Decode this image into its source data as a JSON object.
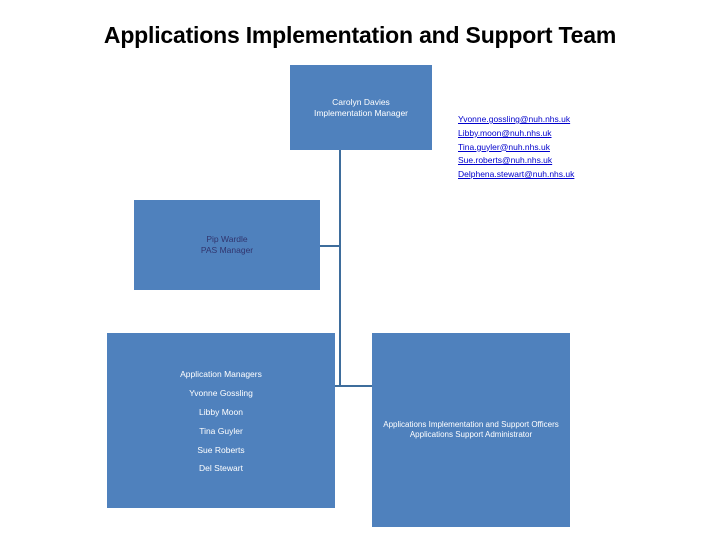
{
  "page": {
    "title": "Applications Implementation and Support Team"
  },
  "colors": {
    "box_fill": "#4F81BD",
    "connector": "#3E6D9C",
    "box_text_light": "#FFFFFF",
    "box_text_dark": "#31356E",
    "link": "#0000CC",
    "background": "#FFFFFF"
  },
  "org_chart": {
    "type": "org-chart",
    "nodes": [
      {
        "id": "implementation-manager",
        "lines": [
          "Carolyn Davies",
          "Implementation Manager"
        ]
      },
      {
        "id": "pas-manager",
        "lines": [
          "Pip Wardle",
          "PAS Manager"
        ]
      },
      {
        "id": "application-managers",
        "lines": [
          "Application Managers",
          "Yvonne Gossling",
          "Libby Moon",
          "Tina Guyler",
          "Sue Roberts",
          "Del Stewart"
        ]
      },
      {
        "id": "support-officers",
        "lines": [
          "Applications Implementation and Support Officers",
          "Applications Support Administrator"
        ]
      }
    ]
  },
  "emails": [
    "Yvonne.gossling@nuh.nhs.uk",
    "Libby.moon@nuh.nhs.uk",
    "Tina.guyler@nuh.nhs.uk",
    "Sue.roberts@nuh.nhs.uk",
    "Delphena.stewart@nuh.nhs.uk"
  ]
}
